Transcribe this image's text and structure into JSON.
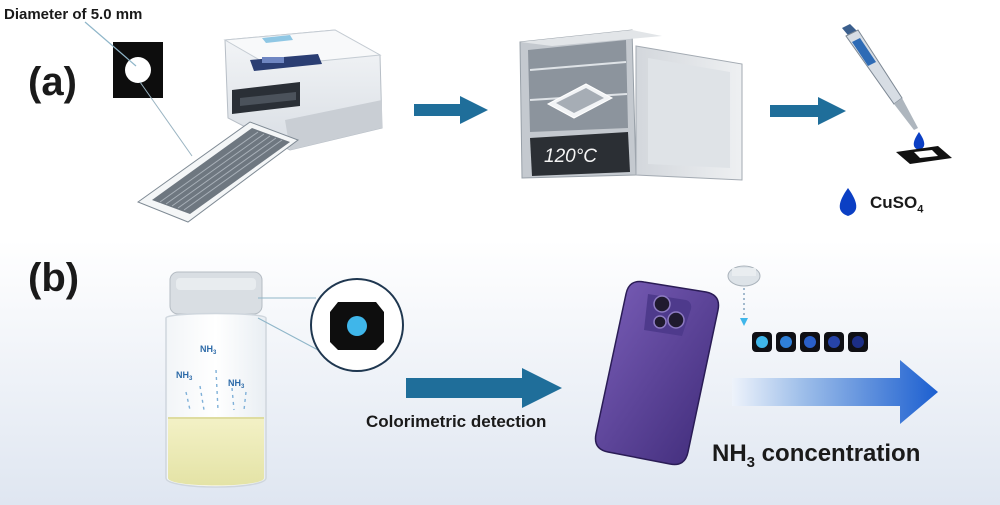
{
  "panel_a": {
    "letter": "(a)",
    "diameter_label": "Diameter of 5.0 mm",
    "temperature": "120°C",
    "reagent_name": "CuSO",
    "reagent_sub": "4"
  },
  "panel_b": {
    "letter": "(b)",
    "vial_gas_label": "NH",
    "vial_gas_sub": "3",
    "detection_label": "Colorimetric detection",
    "concentration_prefix": "NH",
    "concentration_sub": "3",
    "concentration_suffix": " concentration"
  },
  "colors": {
    "arrow": "#1f6e9a",
    "droplet": "#0b3fc4",
    "gradient_start": "#e9f0fa",
    "gradient_end": "#1c5fd0",
    "sensor_spots": [
      "#3fb6ea",
      "#2f7fd8",
      "#2a5fc8",
      "#2744a8",
      "#1c2e86"
    ]
  }
}
